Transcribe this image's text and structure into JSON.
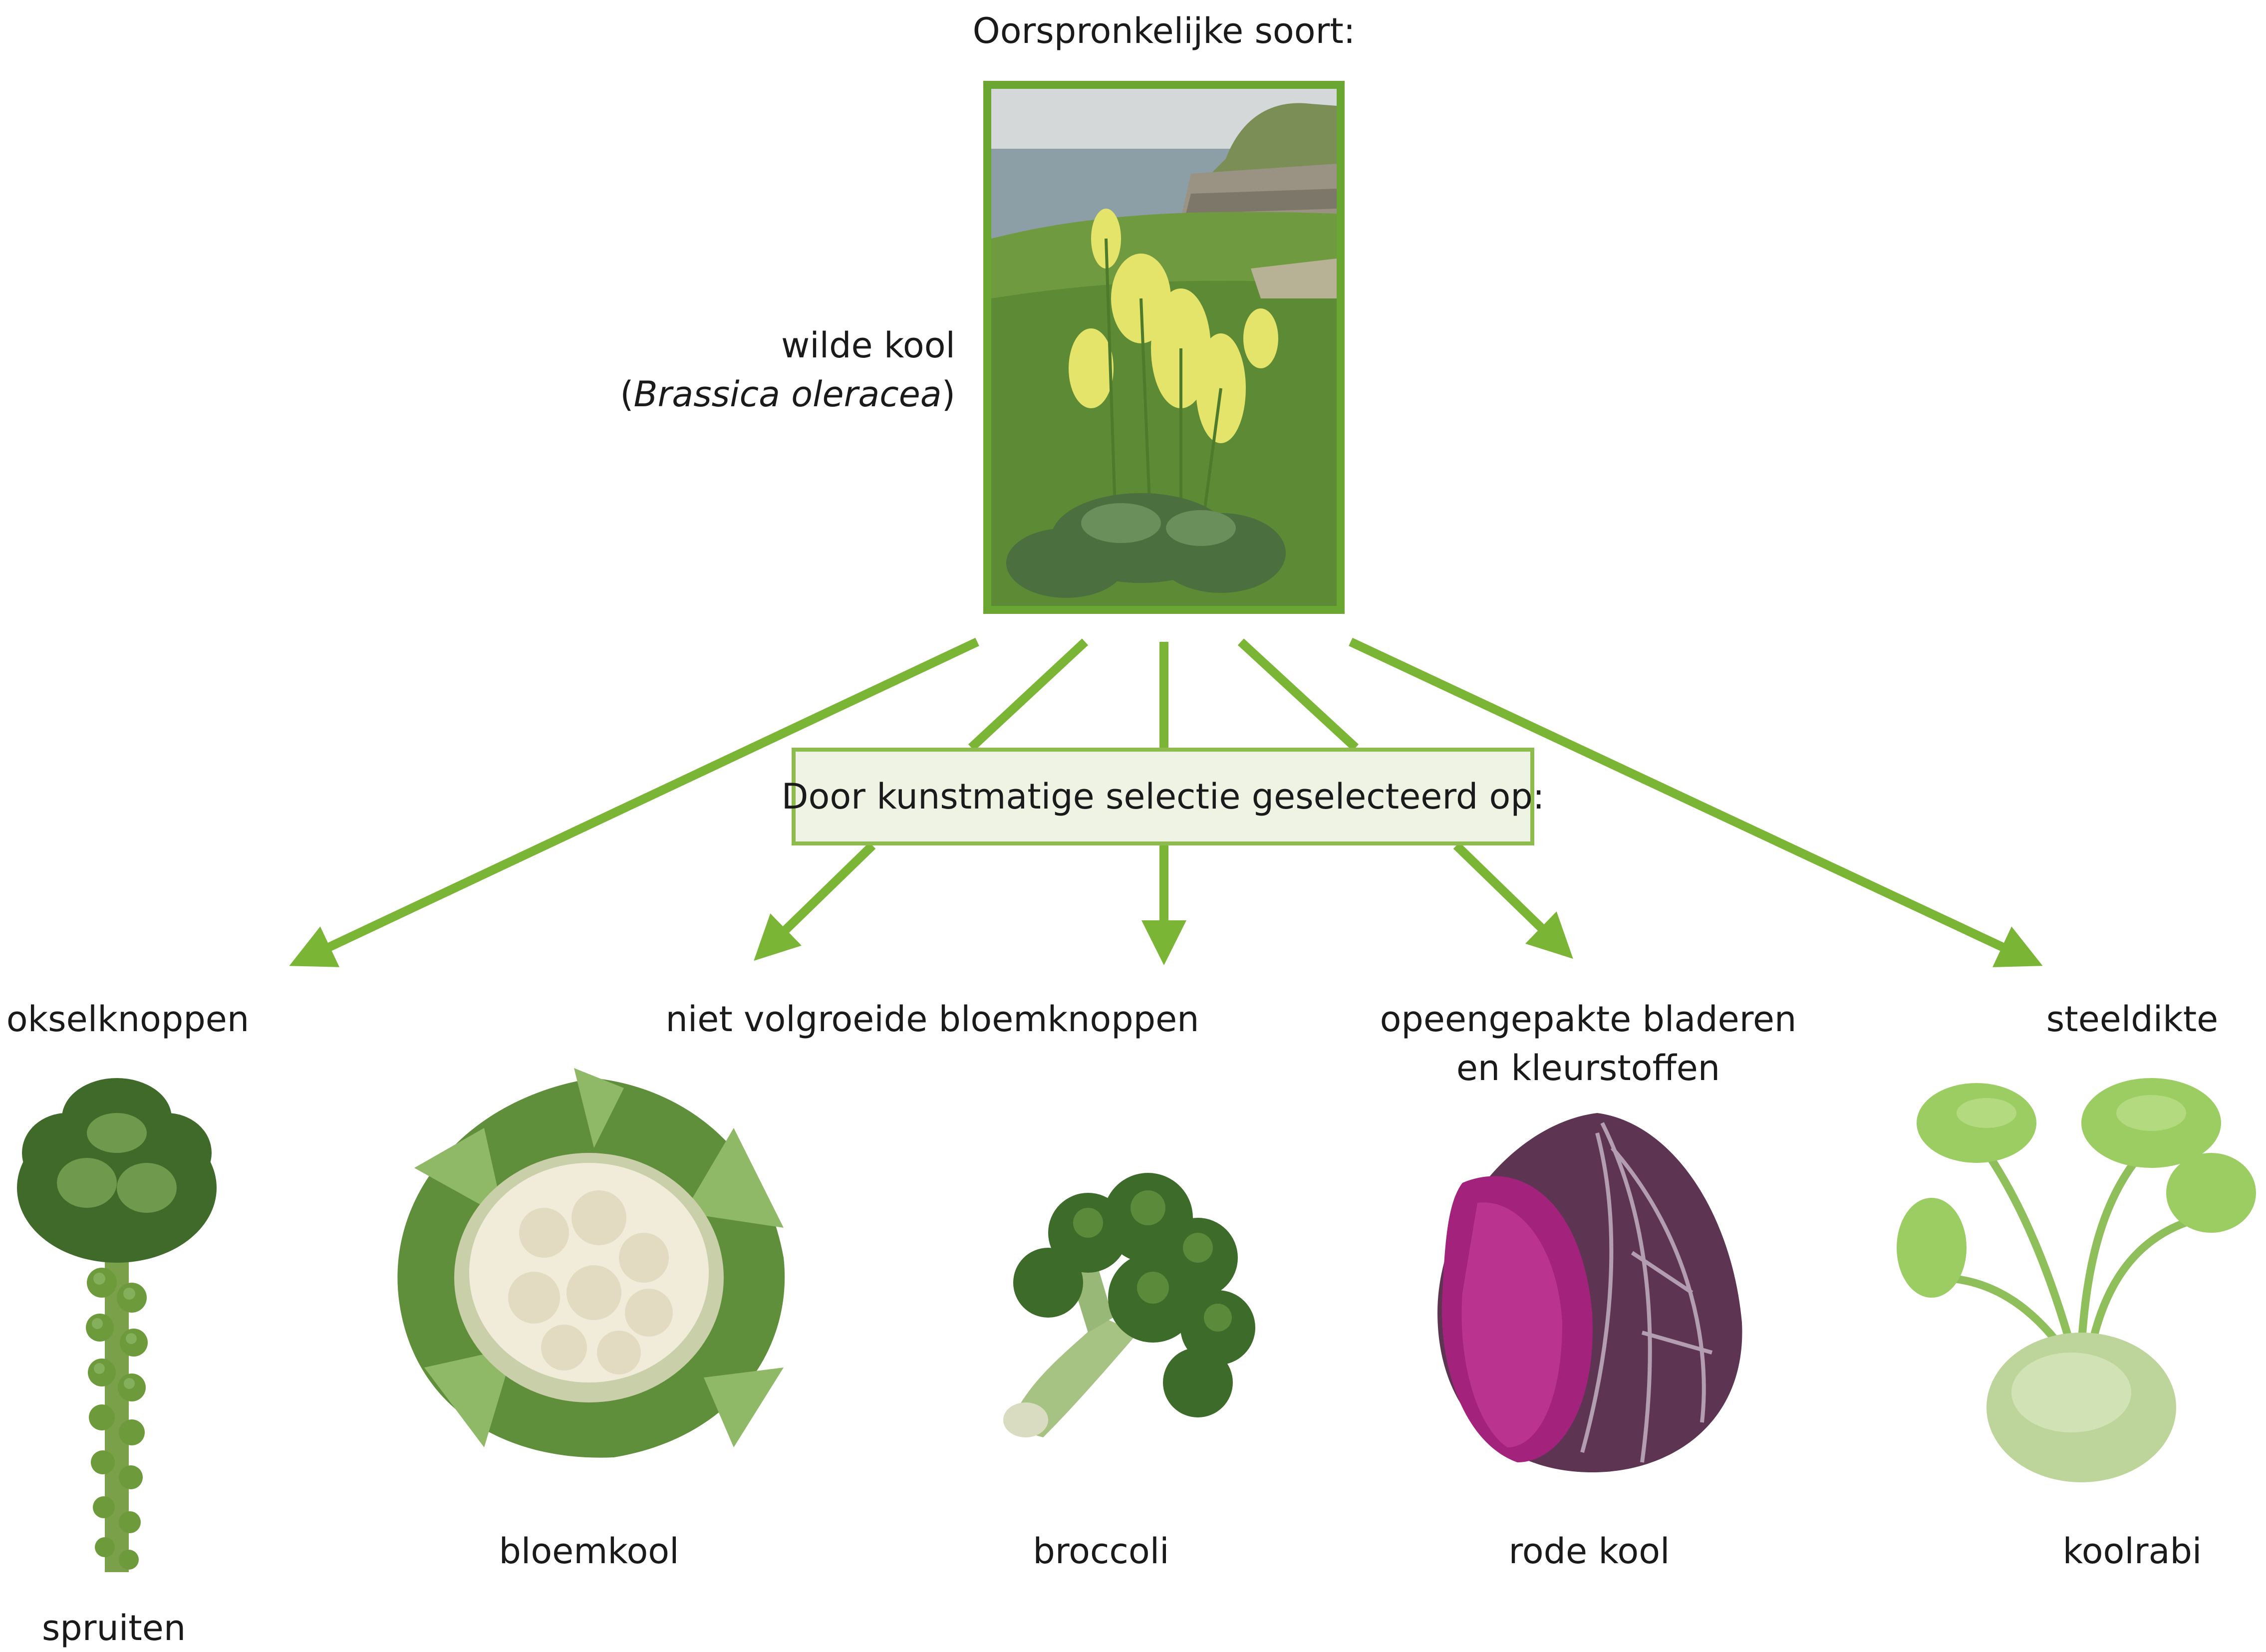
{
  "title": "Oorspronkelijke soort:",
  "original_species": {
    "name": "wilde kool",
    "latin_open": "(",
    "latin_name": "Brassica oleracea",
    "latin_close": ")"
  },
  "selection_box": "Door kunstmatige selectie geselecteerd op:",
  "traits": [
    {
      "line1": "okselknoppen",
      "line2": ""
    },
    {
      "line1": "niet volgroeide bloemknoppen",
      "line2": ""
    },
    {
      "line1": "opeengepakte bladeren",
      "line2": "en kleurstoffen"
    },
    {
      "line1": "steeldikte",
      "line2": ""
    }
  ],
  "vegetables": [
    "spruiten",
    "bloemkool",
    "broccoli",
    "rode kool",
    "koolrabi"
  ],
  "colors": {
    "arrow": "#7ab535",
    "frame": "#6aa632",
    "box_border": "#8dbb4d",
    "box_fill": "#eef3e3",
    "cabbage_purple": "#8a2f6e",
    "cauliflower_cream": "#f1ecd9"
  },
  "icons": [
    "wild-cabbage-photo",
    "brussels-sprouts-icon",
    "cauliflower-icon",
    "broccoli-icon",
    "red-cabbage-icon",
    "kohlrabi-icon"
  ]
}
